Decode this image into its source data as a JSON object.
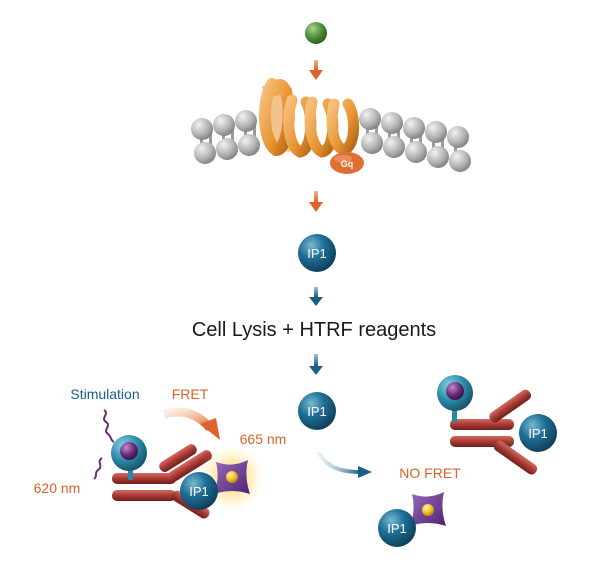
{
  "diagram": {
    "receptor_tag": "Gq",
    "ip1_label": "IP1",
    "step_label": "Cell Lysis + HTRF reagents",
    "stimulation_label": "Stimulation",
    "fret_label": "FRET",
    "emission_665": "665 nm",
    "emission_620": "620 nm",
    "no_fret_label": "NO FRET"
  },
  "colors": {
    "orange_arrow": "#e0622a",
    "blue_arrow": "#1a5f86",
    "ip1_ball": "#1a5f86",
    "antibody": "#a83a34",
    "lipid": "#b4b4b4",
    "receptor": "#e7922f",
    "gq": "#df6e34",
    "ligand": "#4f8f3a",
    "donor_body": "#2a89a8",
    "donor_core": "#6b2d7c",
    "acceptor": "#6a3a8c",
    "acceptor_core": "#f2c02a",
    "label_blue": "#1b5d8c",
    "label_orange": "#d9622b"
  }
}
